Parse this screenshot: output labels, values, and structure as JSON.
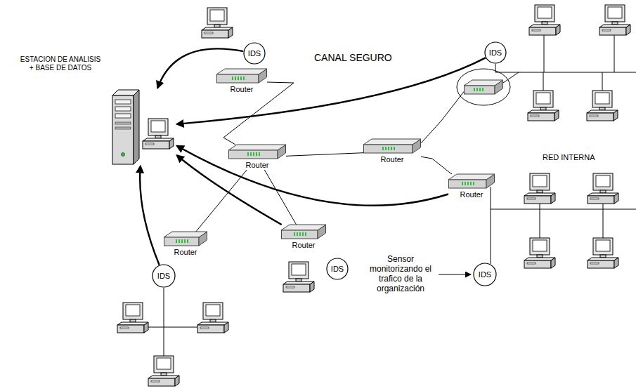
{
  "diagram": {
    "nodes": [
      {
        "text": [
          "IDS"
        ]
      },
      {
        "text": [
          "Router"
        ]
      },
      {
        "text": [
          "IDS"
        ]
      },
      {
        "text": [
          "ESTACION DE ANALISIS + BASE DE DATOS"
        ]
      },
      {
        "text": [
          "Router"
        ]
      },
      {
        "text": [
          "Router"
        ]
      },
      {
        "text": [
          "Router"
        ]
      },
      {
        "text": [
          "Router"
        ]
      },
      {
        "text": [
          "Router"
        ]
      },
      {
        "text": [
          "IDS"
        ]
      },
      {
        "text": [
          "IDS"
        ]
      },
      {
        "text": [
          "IDS"
        ]
      }
    ],
    "edges": [
      {
        "from": 0,
        "to": 3,
        "arrow": "to"
      },
      {
        "from": 2,
        "to": 3,
        "arrow": "to"
      },
      {
        "from": 6,
        "to": 3,
        "arrow": "to"
      },
      {
        "from": 8,
        "to": 3,
        "arrow": "to"
      },
      {
        "from": 9,
        "to": 3,
        "arrow": "to"
      },
      {
        "from": 1,
        "to": 4,
        "arrow": "none"
      },
      {
        "from": 4,
        "to": 5,
        "arrow": "none"
      },
      {
        "from": 5,
        "to": 6,
        "arrow": "none"
      },
      {
        "from": 4,
        "to": 7,
        "arrow": "none"
      },
      {
        "from": 4,
        "to": 8,
        "arrow": "none"
      }
    ],
    "labels": [
      "CANAL SEGURO",
      "RED INTERNA",
      "Sensor monitorizando el trafico de la organización"
    ]
  }
}
